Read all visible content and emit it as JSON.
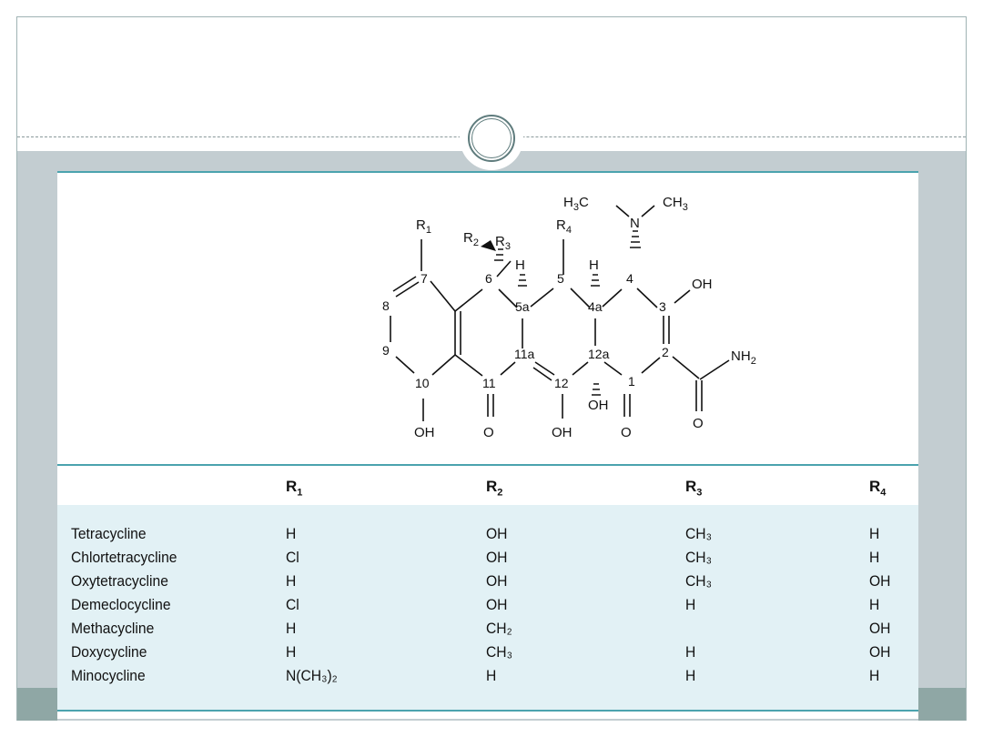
{
  "table": {
    "headers": [
      {
        "base": "R",
        "sub": "1"
      },
      {
        "base": "R",
        "sub": "2"
      },
      {
        "base": "R",
        "sub": "3"
      },
      {
        "base": "R",
        "sub": "4"
      }
    ],
    "rows": [
      {
        "name": "Tetracycline",
        "r1": "H",
        "r2": "OH",
        "r3": "CH₃",
        "r4": "H"
      },
      {
        "name": "Chlortetracycline",
        "r1": "Cl",
        "r2": "OH",
        "r3": "CH₃",
        "r4": "H"
      },
      {
        "name": "Oxytetracycline",
        "r1": "H",
        "r2": "OH",
        "r3": "CH₃",
        "r4": "OH"
      },
      {
        "name": "Demeclocycline",
        "r1": "Cl",
        "r2": "OH",
        "r3": "H",
        "r4": "H"
      },
      {
        "name": "Methacycline",
        "r1": "H",
        "r2": "CH₂",
        "r3": "",
        "r4": "OH"
      },
      {
        "name": "Doxycycline",
        "r1": "H",
        "r2": "CH₃",
        "r3": "H",
        "r4": "OH"
      },
      {
        "name": "Minocycline",
        "r1": "N(CH₃)₂",
        "r2": "H",
        "r3": "H",
        "r4": "H"
      }
    ]
  },
  "structure": {
    "substituents": {
      "r1": "R1",
      "r2": "R2",
      "r3": "R3",
      "r4": "R4",
      "h3c": "H3C",
      "ch3": "CH3",
      "n": "N",
      "oh3": "OH",
      "nh2": "NH2",
      "oh10": "OH",
      "o11": "O",
      "oh12": "OH",
      "oh12a": "OH",
      "o1": "O",
      "o_amide": "O",
      "h5a": "H",
      "h4a": "H"
    },
    "atom_numbers": [
      "1",
      "2",
      "3",
      "4",
      "4a",
      "5",
      "5a",
      "6",
      "7",
      "8",
      "9",
      "10",
      "11",
      "11a",
      "12",
      "12a"
    ]
  },
  "colors": {
    "accent_teal": "#4ba3ae",
    "band_grey": "#c3cdd1",
    "table_fill": "#e2f1f5"
  }
}
